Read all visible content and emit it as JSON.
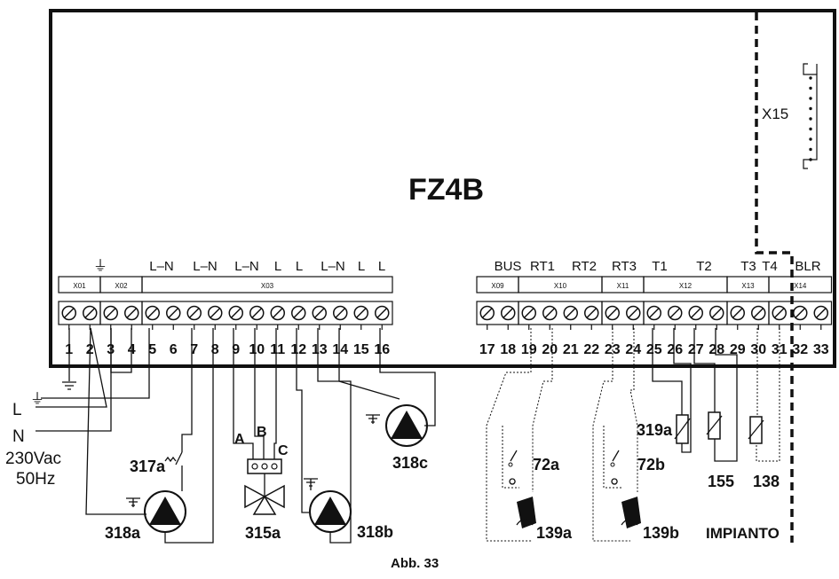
{
  "board": {
    "title": "FZ4B",
    "x15_label": "X15"
  },
  "earth_symbol": "⏚",
  "left_groups": [
    {
      "id": "X01",
      "terms": [
        "1",
        "2"
      ]
    },
    {
      "id": "X02",
      "terms": [
        "3",
        "4"
      ]
    },
    {
      "id": "X03",
      "terms": [
        "5",
        "6",
        "7",
        "8",
        "9",
        "10",
        "11",
        "12",
        "13",
        "14",
        "15",
        "16"
      ]
    }
  ],
  "left_top_labels": [
    "L–N",
    "L–N",
    "L–N",
    "L",
    "L",
    "L–N",
    "L",
    "L"
  ],
  "right_groups": [
    {
      "id": "X09",
      "terms": [
        "17",
        "18"
      ]
    },
    {
      "id": "X10",
      "terms": [
        "19",
        "20",
        "21",
        "22"
      ]
    },
    {
      "id": "X11",
      "terms": [
        "23",
        "24"
      ]
    },
    {
      "id": "X12",
      "terms": [
        "25",
        "26",
        "27",
        "28"
      ]
    },
    {
      "id": "X13",
      "terms": [
        "29",
        "30"
      ]
    },
    {
      "id": "X14",
      "terms": [
        "31",
        "32",
        "33"
      ]
    }
  ],
  "right_top_labels": [
    "BUS",
    "RT1",
    "RT2",
    "RT3",
    "T1",
    "T2",
    "T3",
    "T4",
    "BLR"
  ],
  "supply": {
    "l": "L",
    "n": "N",
    "voltage": "230Vac",
    "freq": "50Hz"
  },
  "components": {
    "c317a": "317a",
    "c318a": "318a",
    "c315a": "315a",
    "c318b": "318b",
    "c318c": "318c",
    "c319a": "319a",
    "c155": "155",
    "c138": "138",
    "c72a": "72a",
    "c72b": "72b",
    "c139a": "139a",
    "c139b": "139b",
    "impianto": "IMPIANTO",
    "valve_a": "A",
    "valve_b": "B",
    "valve_c": "C"
  },
  "caption": "Abb. 33"
}
